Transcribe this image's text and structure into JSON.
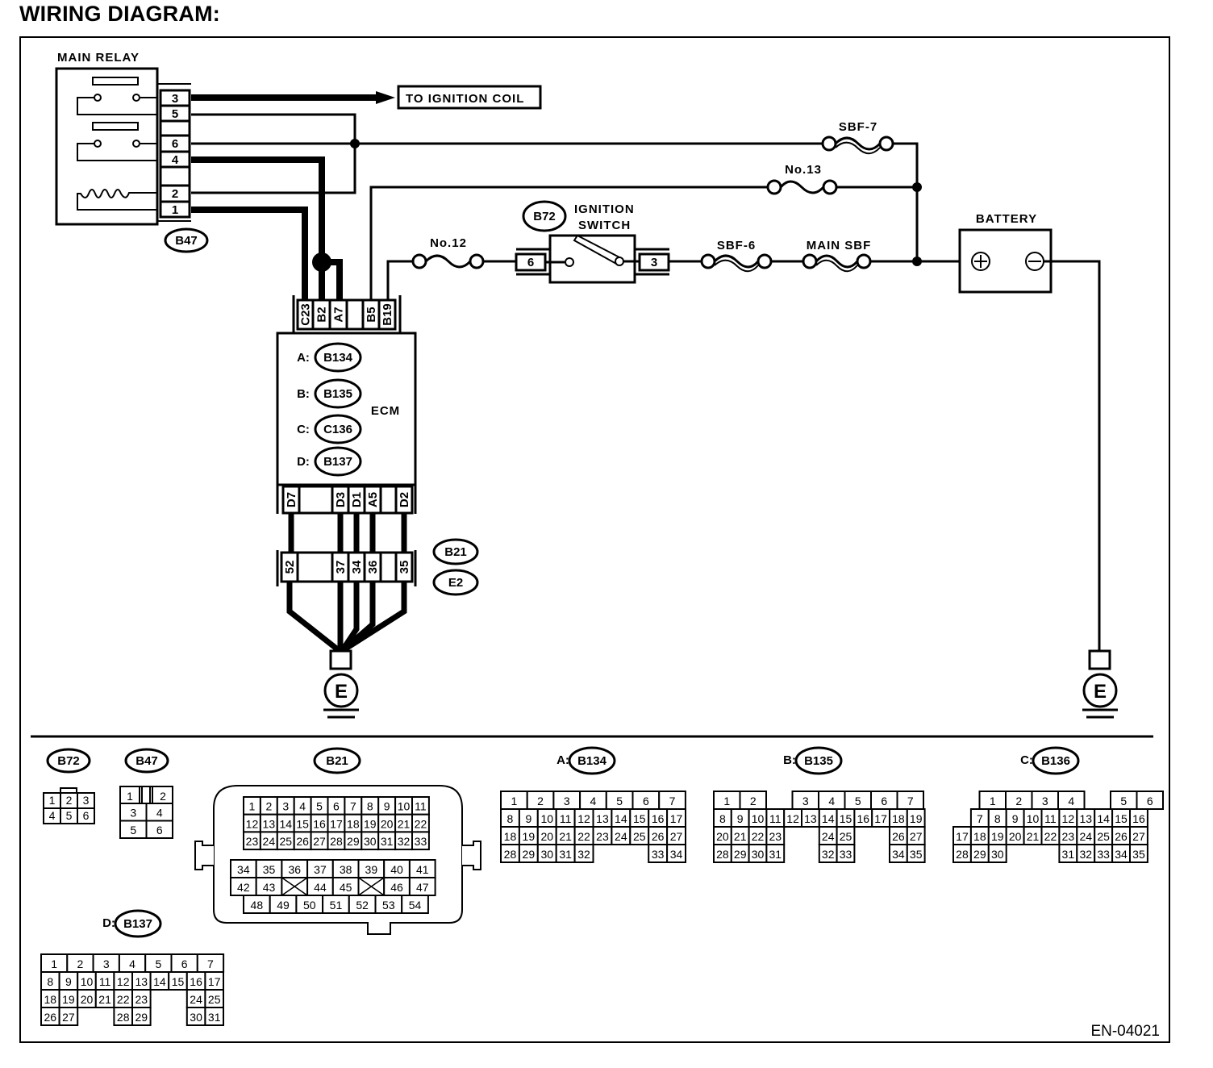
{
  "title": "WIRING DIAGRAM:",
  "figure_id": "EN-04021",
  "main_relay": {
    "label": "MAIN RELAY",
    "connector": "B47",
    "pins": [
      "3",
      "5",
      "",
      "6",
      "4",
      "",
      "2",
      "1"
    ]
  },
  "to_ignition_coil": "TO IGNITION COIL",
  "fuses": {
    "sbf7": "SBF-7",
    "no13": "No.13",
    "no12": "No.12",
    "sbf6": "SBF-6",
    "main_sbf": "MAIN SBF"
  },
  "ignition_switch": {
    "label_line1": "IGNITION",
    "label_line2": "SWITCH",
    "connector": "B72",
    "pin_left": "6",
    "pin_right": "3"
  },
  "battery": {
    "label": "BATTERY",
    "plus": "+",
    "minus": "−"
  },
  "ecm": {
    "label": "ECM",
    "top_pins": [
      "C23",
      "B2",
      "A7",
      "",
      "B5",
      "B19"
    ],
    "bottom_pins": [
      "D7",
      "",
      "D3",
      "D1",
      "A5",
      "",
      "D2"
    ],
    "connectors": [
      {
        "letter": "A:",
        "id": "B134"
      },
      {
        "letter": "B:",
        "id": "B135"
      },
      {
        "letter": "C:",
        "id": "C136"
      },
      {
        "letter": "D:",
        "id": "B137"
      }
    ]
  },
  "joint_connector": {
    "pins": [
      "52",
      "",
      "37",
      "34",
      "36",
      "",
      "35"
    ],
    "ids": [
      "B21",
      "E2"
    ]
  },
  "ground_label": "E",
  "connector_views": {
    "b72": {
      "id": "B72",
      "rows": [
        [
          "1",
          "2",
          "3"
        ],
        [
          "4",
          "5",
          "6"
        ]
      ]
    },
    "b47": {
      "id": "B47",
      "rows": [
        [
          "1",
          "2"
        ],
        [
          "3",
          "4"
        ],
        [
          "5",
          "6"
        ]
      ]
    },
    "b21": {
      "id": "B21",
      "upper_rows": [
        [
          "1",
          "2",
          "3",
          "4",
          "5",
          "6",
          "7",
          "8",
          "9",
          "10",
          "11"
        ],
        [
          "12",
          "13",
          "14",
          "15",
          "16",
          "17",
          "18",
          "19",
          "20",
          "21",
          "22"
        ],
        [
          "23",
          "24",
          "25",
          "26",
          "27",
          "28",
          "29",
          "30",
          "31",
          "32",
          "33"
        ]
      ],
      "lower_rows": [
        [
          "34",
          "35",
          "36",
          "37",
          "38",
          "39",
          "40",
          "41"
        ],
        [
          "42",
          "43",
          "X",
          "44",
          "45",
          "X",
          "46",
          "47"
        ],
        [
          "48",
          "49",
          "50",
          "51",
          "52",
          "53",
          "54"
        ]
      ]
    },
    "a": {
      "letter": "A:",
      "id": "B134",
      "rows": [
        [
          "1",
          "2",
          "3",
          "4",
          "5",
          "6",
          "7"
        ],
        [
          "8",
          "9",
          "10",
          "11",
          "12",
          "13",
          "14",
          "15",
          "16",
          "17"
        ],
        [
          "18",
          "19",
          "20",
          "21",
          "22",
          "23",
          "24",
          "25",
          "26",
          "27"
        ],
        [
          "28",
          "29",
          "30",
          "31",
          "32",
          "",
          "",
          "",
          "33",
          "34"
        ]
      ]
    },
    "b": {
      "letter": "B:",
      "id": "B135",
      "rows": [
        [
          "1",
          "2",
          "",
          "3",
          "4",
          "5",
          "6",
          "7"
        ],
        [
          "8",
          "9",
          "10",
          "11",
          "12",
          "13",
          "14",
          "15",
          "16",
          "17",
          "18",
          "19"
        ],
        [
          "20",
          "21",
          "22",
          "23",
          "",
          "",
          "24",
          "25",
          "",
          "",
          "26",
          "27"
        ],
        [
          "28",
          "29",
          "30",
          "31",
          "",
          "",
          "32",
          "33",
          "",
          "",
          "34",
          "35"
        ]
      ]
    },
    "c": {
      "letter": "C:",
      "id": "B136",
      "rows": [
        [
          "",
          "1",
          "2",
          "3",
          "4",
          "",
          "5",
          "6"
        ],
        [
          "",
          "7",
          "8",
          "9",
          "10",
          "11",
          "12",
          "13",
          "14",
          "15",
          "16"
        ],
        [
          "17",
          "18",
          "19",
          "20",
          "21",
          "22",
          "23",
          "24",
          "25",
          "26",
          "27"
        ],
        [
          "28",
          "29",
          "30",
          "",
          "",
          "",
          "31",
          "32",
          "33",
          "34",
          "35"
        ]
      ]
    },
    "d": {
      "letter": "D:",
      "id": "B137",
      "rows": [
        [
          "1",
          "2",
          "3",
          "4",
          "5",
          "6",
          "7"
        ],
        [
          "8",
          "9",
          "10",
          "11",
          "12",
          "13",
          "14",
          "15",
          "16",
          "17"
        ],
        [
          "18",
          "19",
          "20",
          "21",
          "22",
          "23",
          "",
          "",
          "24",
          "25"
        ],
        [
          "26",
          "27",
          "",
          "",
          "28",
          "29",
          "",
          "",
          "30",
          "31"
        ]
      ]
    }
  }
}
